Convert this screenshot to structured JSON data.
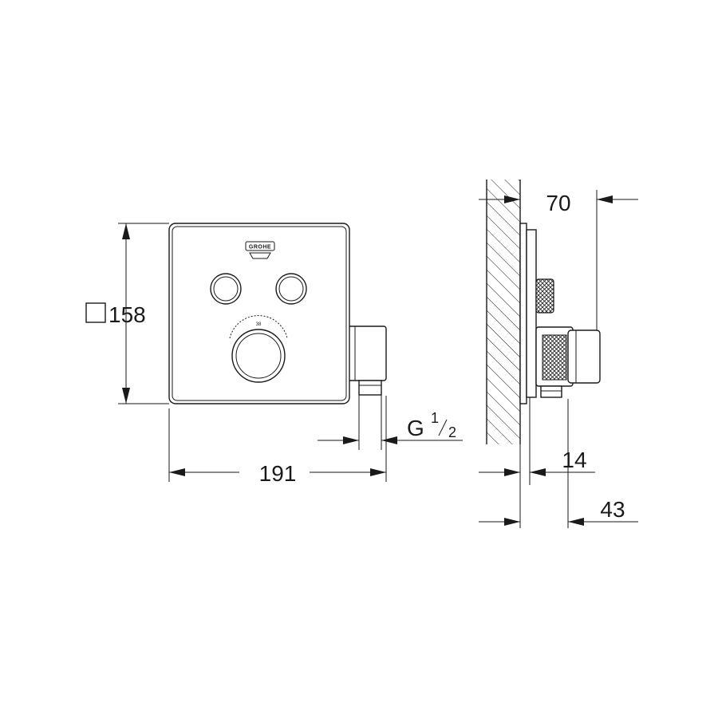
{
  "front_view": {
    "brand_logo_text": "GROHE",
    "dial_mark": "38"
  },
  "dimensions": {
    "square_size": "158",
    "overall_width": "191",
    "thread_main": "G",
    "thread_num": "1",
    "thread_den": "2",
    "projection_70": "70",
    "projection_14": "14",
    "projection_43": "43"
  }
}
